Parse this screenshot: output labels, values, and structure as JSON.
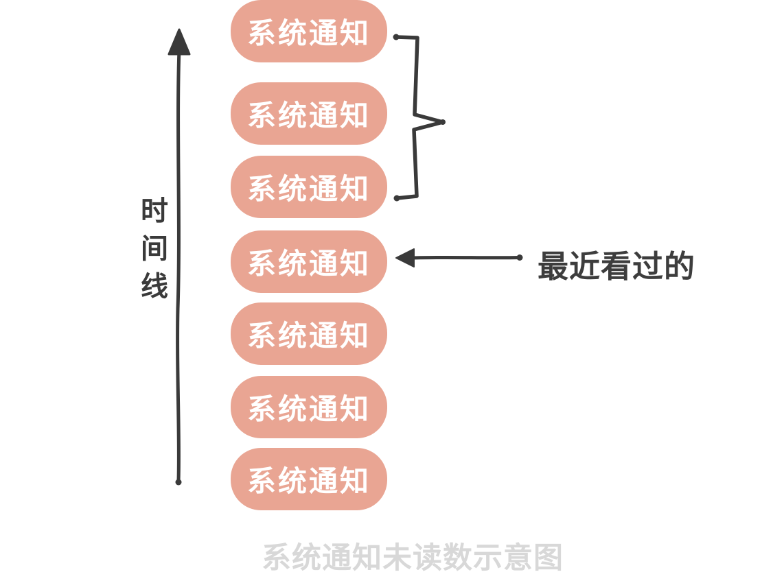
{
  "diagram": {
    "timeline": {
      "label": "时间线"
    },
    "boxes": [
      {
        "label": "系统通知"
      },
      {
        "label": "系统通知"
      },
      {
        "label": "系统通知"
      },
      {
        "label": "系统通知"
      },
      {
        "label": "系统通知"
      },
      {
        "label": "系统通知"
      },
      {
        "label": "系统通知"
      }
    ],
    "annotation": {
      "label": "最近看过的"
    },
    "caption": "系统通知未读数示意图",
    "icons": {
      "timeline_arrow": "up-arrow-icon",
      "group_brace": "brace-icon",
      "annotation_arrow": "left-arrow-icon"
    },
    "colors": {
      "box_fill": "#e9a593",
      "box_text": "#ffffff",
      "stroke": "#3a3a3a",
      "annotation_text": "#3d3d3d",
      "caption_text": "#d8d8d8",
      "background": "#ffffff"
    }
  }
}
